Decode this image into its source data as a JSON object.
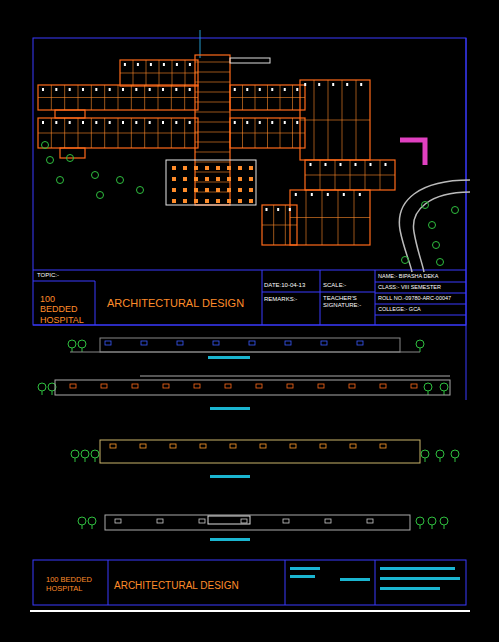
{
  "diagram": {
    "labels": [
      "TOPIC:-",
      "100 BEDDED HOSPITAL",
      "ARCHITECTURAL DESIGN",
      "DATE:10-04-13",
      "SCALE:-",
      "REMARKS:-",
      "TEACHER'S SIGNATURE:-",
      "NAME:- BIPASHA DEKA",
      "CLASS:- VIII SEMESTER",
      "ROLL NO.-09780-ARC-00047",
      "COLLEGE:- GCA",
      "100 BEDDED HOSPITAL",
      "ARCHITECTURAL DESIGN"
    ]
  }
}
